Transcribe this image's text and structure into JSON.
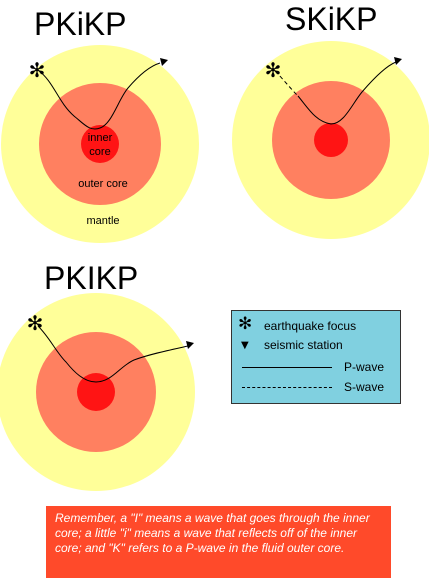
{
  "titles": {
    "pkikp_inner_reflect": "PKiKP",
    "skikp": "SKiKP",
    "pkikp_through": "PKIKP"
  },
  "layer_labels": {
    "inner_core": "inner core",
    "outer_core": "outer core",
    "mantle": "mantle"
  },
  "legend": {
    "focus_symbol": "✻",
    "focus_label": "earthquake focus",
    "station_symbol": "▼",
    "station_label": "seismic station",
    "p_wave_label": "P-wave",
    "s_wave_label": "S-wave"
  },
  "note": "Remember, a \"I\" means a wave that goes through the inner core; a little \"i\" means a wave that reflects off of the inner core; and \"K\" refers to a P-wave in the fluid outer core.",
  "colors": {
    "mantle": "#ffff99",
    "outer_core": "#ff8060",
    "inner_core": "#ff1414",
    "legend_bg": "#80d0e0",
    "note_bg": "#ff4a2a",
    "note_text": "#ffffff",
    "ray": "#000000"
  },
  "icons": {
    "focus": "asterisk-icon",
    "station": "triangle-down-icon"
  }
}
